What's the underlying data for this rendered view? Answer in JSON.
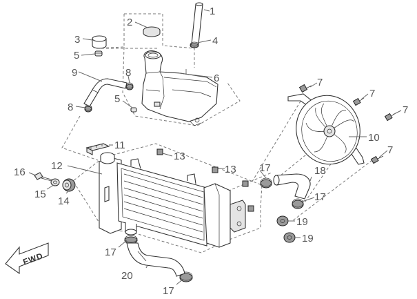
{
  "direction_arrow": {
    "text": "FWD"
  },
  "callouts": [
    {
      "id": "c1",
      "label": "1"
    },
    {
      "id": "c2",
      "label": "2"
    },
    {
      "id": "c3",
      "label": "3"
    },
    {
      "id": "c4",
      "label": "4"
    },
    {
      "id": "c5a",
      "label": "5"
    },
    {
      "id": "c5b",
      "label": "5"
    },
    {
      "id": "c6",
      "label": "6"
    },
    {
      "id": "c7a",
      "label": "7"
    },
    {
      "id": "c7b",
      "label": "7"
    },
    {
      "id": "c7c",
      "label": "7"
    },
    {
      "id": "c7d",
      "label": "7"
    },
    {
      "id": "c8a",
      "label": "8"
    },
    {
      "id": "c8b",
      "label": "8"
    },
    {
      "id": "c9",
      "label": "9"
    },
    {
      "id": "c10",
      "label": "10"
    },
    {
      "id": "c11",
      "label": "11"
    },
    {
      "id": "c12",
      "label": "12"
    },
    {
      "id": "c13a",
      "label": "13"
    },
    {
      "id": "c13b",
      "label": "13"
    },
    {
      "id": "c14",
      "label": "14"
    },
    {
      "id": "c15",
      "label": "15"
    },
    {
      "id": "c16",
      "label": "16"
    },
    {
      "id": "c17a",
      "label": "17"
    },
    {
      "id": "c17b",
      "label": "17"
    },
    {
      "id": "c17c",
      "label": "17"
    },
    {
      "id": "c17d",
      "label": "17"
    },
    {
      "id": "c18",
      "label": "18"
    },
    {
      "id": "c19a",
      "label": "19"
    },
    {
      "id": "c19b",
      "label": "19"
    },
    {
      "id": "c20",
      "label": "20"
    }
  ]
}
